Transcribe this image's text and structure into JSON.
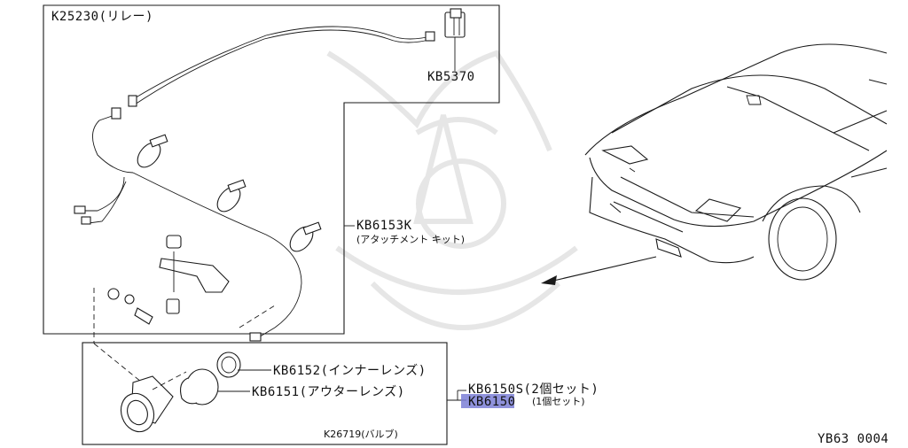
{
  "labels": {
    "relay": "K25230(リレー)",
    "kb5370": "KB5370",
    "kb6153k": "KB6153K",
    "kb6153k_desc": "(アタッチメント キット)",
    "kb6152": "KB6152(インナーレンズ)",
    "kb6151": "KB6151(アウターレンズ)",
    "kb6150s": "KB6150S(2個セット)",
    "kb6150": "KB6150",
    "kb6150_desc": "(1個セット)",
    "bulb": "K26719(バルブ)",
    "diagram_code": "YB63 0004"
  },
  "colors": {
    "line": "#1a1a1a",
    "highlight": "#7b7fd6",
    "watermark": "#e6e6e6"
  }
}
